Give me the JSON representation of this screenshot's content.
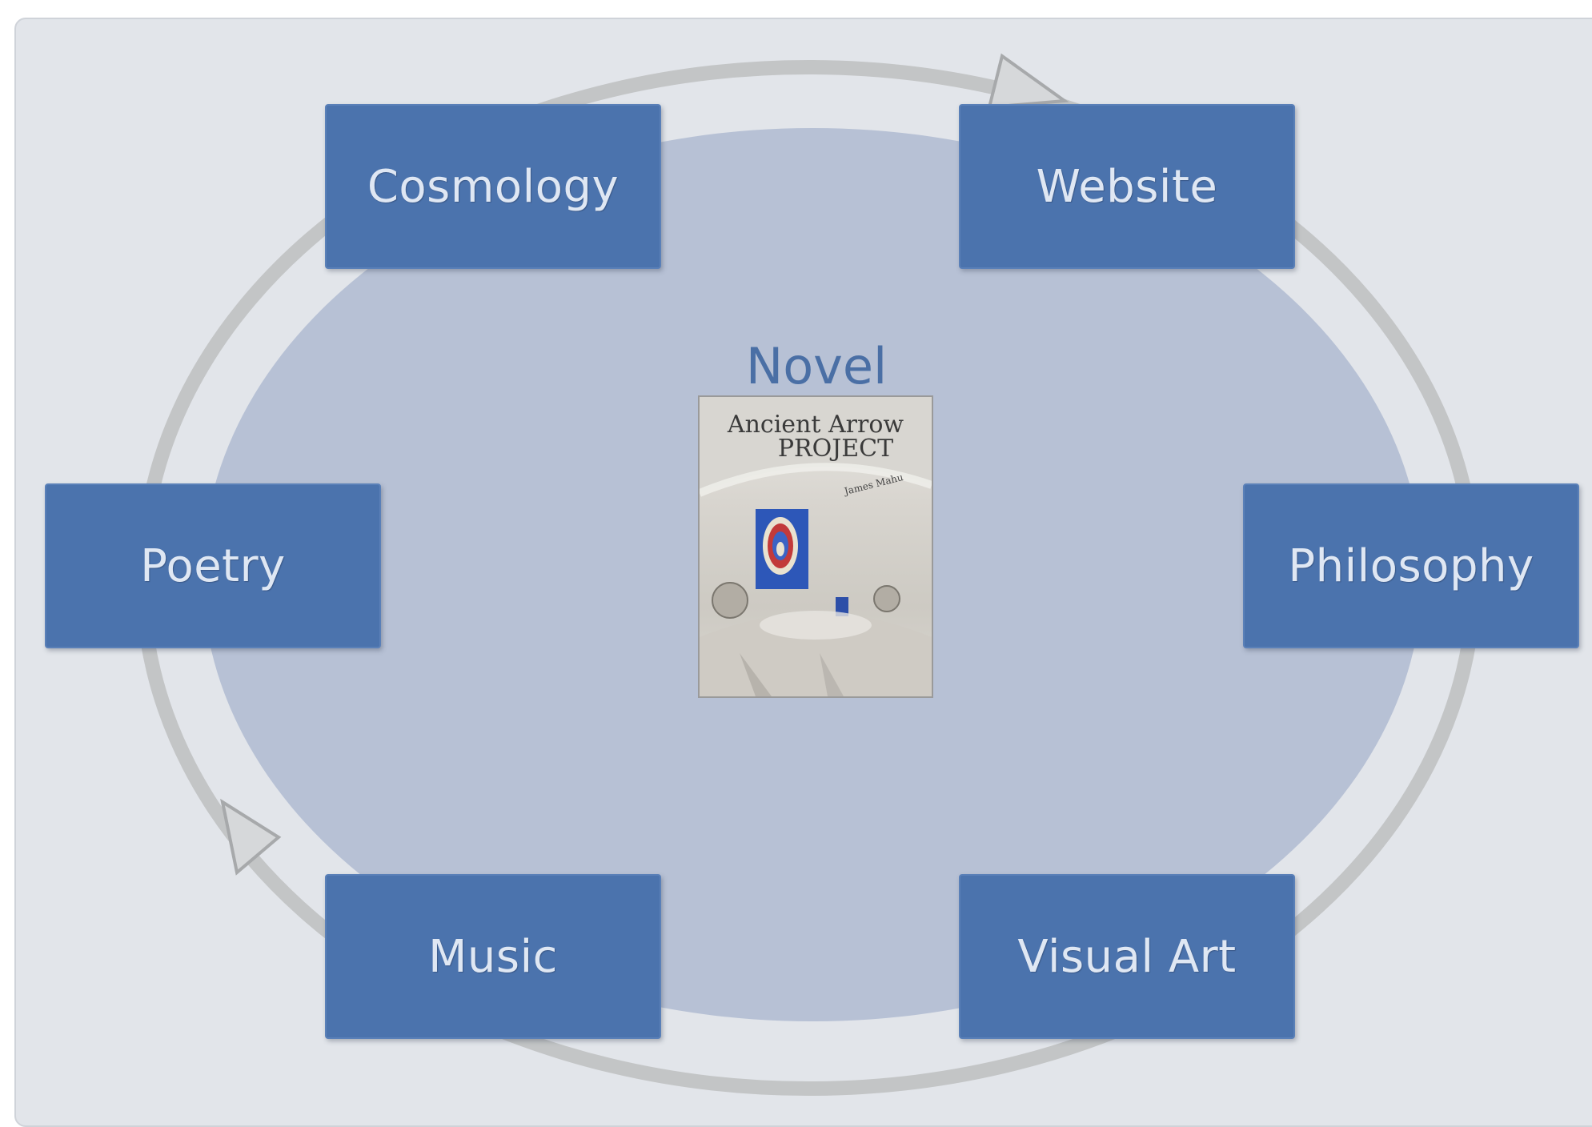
{
  "diagram": {
    "center": {
      "title": "Novel",
      "cover_title_line1": "Ancient Arrow",
      "cover_title_line2": "PROJECT",
      "cover_author": "James Mahu"
    },
    "nodes": [
      {
        "id": "cosmology",
        "label": "Cosmology"
      },
      {
        "id": "website",
        "label": "Website"
      },
      {
        "id": "poetry",
        "label": "Poetry"
      },
      {
        "id": "philosophy",
        "label": "Philosophy"
      },
      {
        "id": "music",
        "label": "Music"
      },
      {
        "id": "visual_art",
        "label": "Visual Art"
      }
    ],
    "colors": {
      "node_fill": "#4b73ad",
      "node_text": "#dfe7f3",
      "ellipse_fill": "#b7c1d5",
      "ring_stroke": "#c3c5c6",
      "background": "#e2e5ea",
      "center_title": "#4a6fa5"
    }
  }
}
